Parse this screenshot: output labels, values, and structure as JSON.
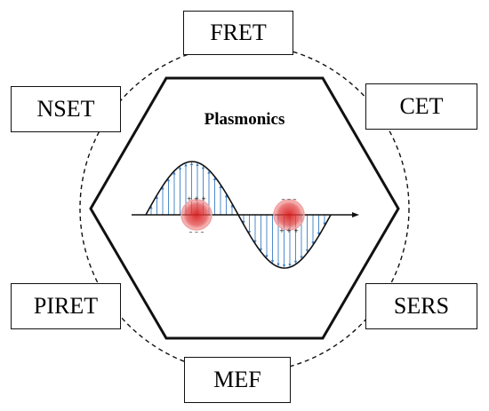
{
  "center": {
    "title": "Plasmonics"
  },
  "labels": {
    "fret": "FRET",
    "cet": "CET",
    "sers": "SERS",
    "mef": "MEF",
    "piret": "PIRET",
    "nset": "NSET"
  },
  "colors": {
    "outline": "#111111",
    "field_arrows": "#3b7fc4",
    "particle": "#e23b3b"
  }
}
